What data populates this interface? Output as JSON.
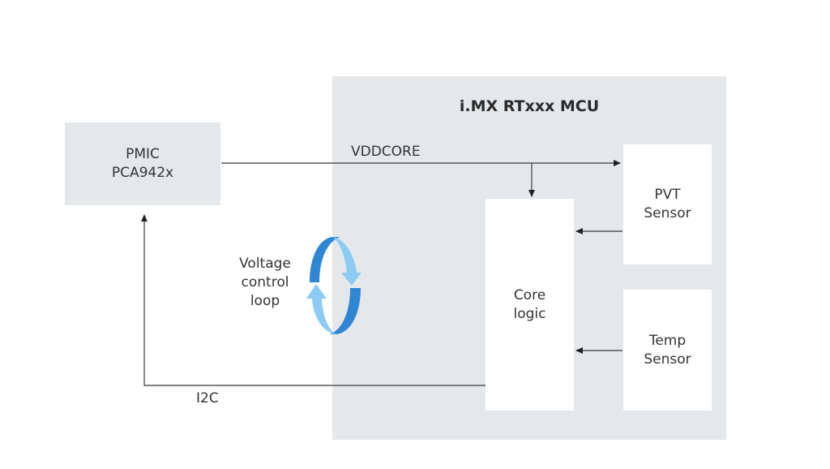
{
  "diagram": {
    "mcu": {
      "title": "i.MX RTxxx MCU"
    },
    "pmic": {
      "line1": "PMIC",
      "line2": "PCA942x"
    },
    "core_logic": {
      "line1": "Core",
      "line2": "logic"
    },
    "pvt_sensor": {
      "line1": "PVT",
      "line2": "Sensor"
    },
    "temp_sensor": {
      "line1": "Temp",
      "line2": "Sensor"
    },
    "signals": {
      "vddcore": "VDDCORE",
      "i2c": "I2C"
    },
    "loop": {
      "line1": "Voltage",
      "line2": "control",
      "line3": "loop"
    },
    "colors": {
      "block_bg": "#e5e8eb",
      "loop_dark": "#2f86d2",
      "loop_light": "#8ccbf3",
      "wire": "#555555"
    }
  }
}
